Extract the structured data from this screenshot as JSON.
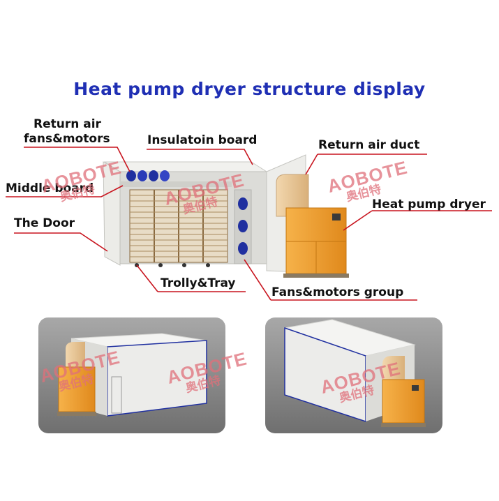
{
  "title": "Heat pump dryer structure display",
  "labels": {
    "return_air_fans_line1": "Return air",
    "return_air_fans_line2": "fans&motors",
    "insulation_board": "Insulatoin board",
    "return_air_duct": "Return air duct",
    "middle_board": "Middle board",
    "heat_pump_dryer": "Heat pump dryer",
    "the_door": "The Door",
    "trolly_tray": "Trolly&Tray",
    "fans_motors_group": "Fans&motors group"
  },
  "watermark": {
    "brand": "AOBOTE",
    "brand_cn": "奥伯特"
  },
  "colors": {
    "title": "#1f2fb4",
    "leader_line": "#c8141e",
    "dryer_orange": "#f3a12a",
    "duct_tan": "#e9c79a",
    "fan_blue": "#2030a0",
    "tray_brown": "#8a6a40",
    "panel_bg": "#8c8c8c",
    "watermark": "#e0707a"
  }
}
